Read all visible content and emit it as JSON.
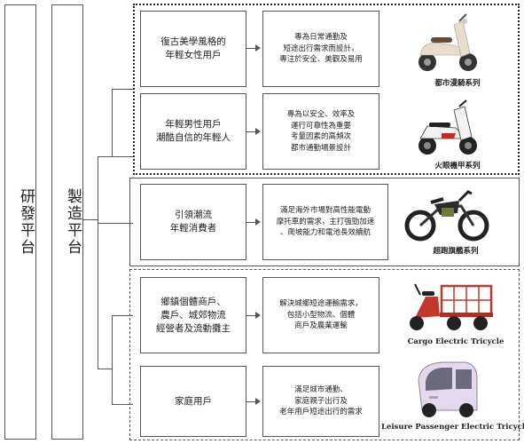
{
  "platforms": {
    "rd": "研發平台",
    "manufacturing": "製造平台"
  },
  "rows": [
    {
      "segment": "復古美學風格的\n年輕女性用戶",
      "feature": "專為日常通勤及\n短途出行需求而設計，\n專注於安全、美觀及易用",
      "product": "都市漫騎系列"
    },
    {
      "segment": "年輕男性用戶\n潮酷自信的年輕人",
      "feature": "專為以安全、效率及\n運行可靠性為重要\n考量因素的高頻次\n都市通勤場景設計",
      "product": "火眼機甲系列"
    },
    {
      "segment": "引領潮流\n年輕消費者",
      "feature": "滿足海外市場對高性能電動\n摩托車的需求，主打強勁加速\n、爬坡能力和電池長效續航",
      "product": "超跑旗艦系列"
    },
    {
      "segment": "鄉鎮個體商戶、\n農戶、城郊物流\n經營者及流動攤主",
      "feature": "解決城鄉短途運輸需求，\n包括小型物流、個體\n商戶及農業運輸",
      "product": "Cargo Electric Tricycle"
    },
    {
      "segment": "家庭用戶",
      "feature": "滿足城市通勤、\n家庭親子出行及\n老年用戶短途出行的需求",
      "product": "Leisure Passenger Electric Tricycle"
    }
  ],
  "colors": {
    "border": "#555555",
    "cargo_red": "#c0392b",
    "cab_pink": "#d8c8e0"
  }
}
